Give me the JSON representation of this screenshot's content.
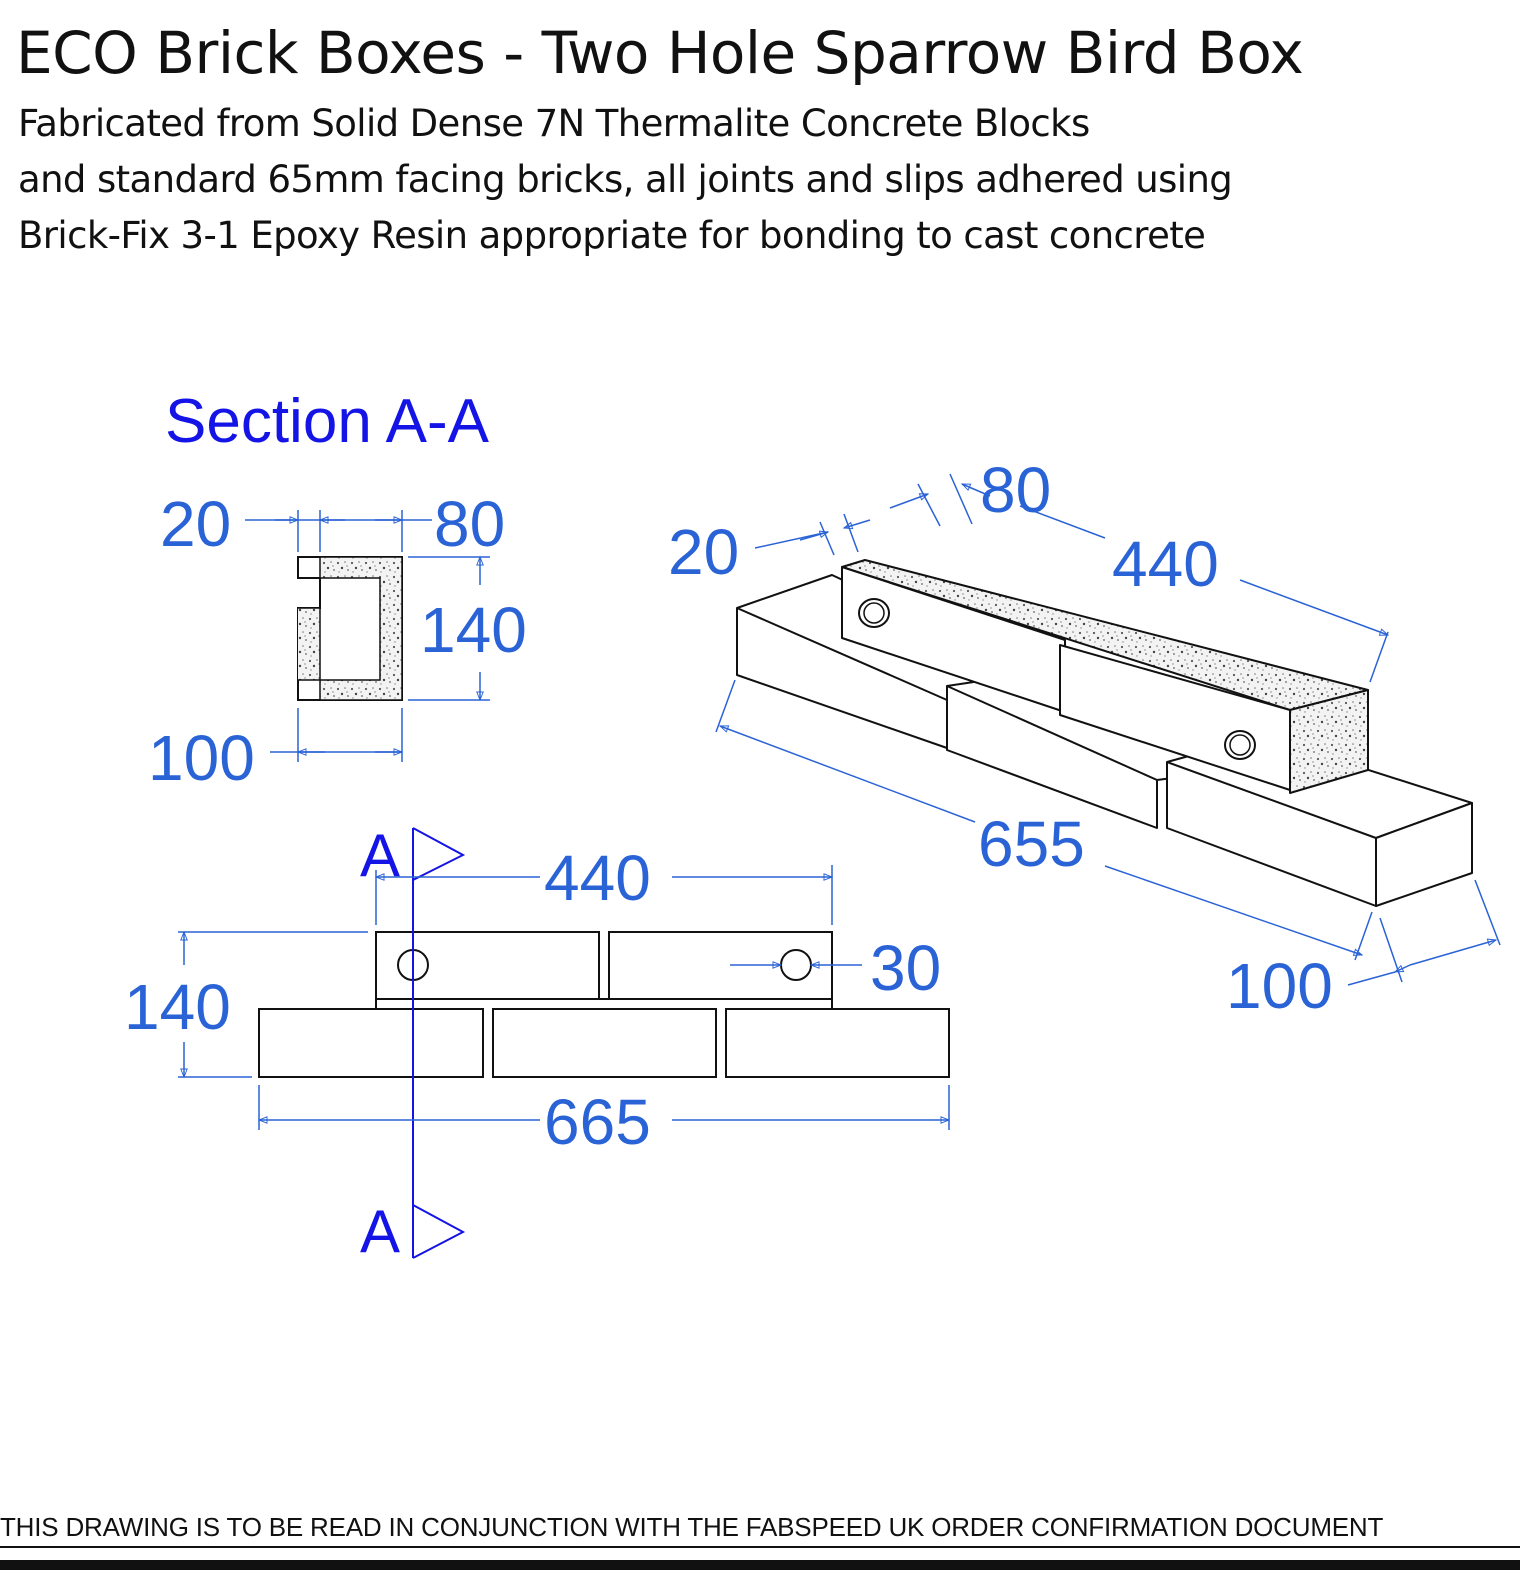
{
  "title": "ECO Brick Boxes - Two Hole Sparrow Bird Box",
  "description_lines": [
    "Fabricated from Solid Dense 7N Thermalite Concrete Blocks",
    "and standard 65mm facing bricks, all joints and slips adhered using",
    "Brick-Fix 3-1 Epoxy Resin appropriate for bonding to cast concrete"
  ],
  "section": {
    "label": "Section A-A",
    "dims": {
      "wall": "20",
      "cavity": "80",
      "height": "140",
      "width": "100"
    }
  },
  "elevation": {
    "marker_top": "A",
    "marker_bottom": "A",
    "dims": {
      "box_length": "440",
      "height": "140",
      "hole_offset": "30",
      "total_length": "665"
    }
  },
  "isometric": {
    "dims": {
      "wall": "20",
      "cavity": "80",
      "box_length": "440",
      "total_length": "655",
      "depth": "100"
    }
  },
  "footer": "THIS DRAWING IS TO BE READ IN CONJUNCTION WITH THE FABSPEED UK ORDER CONFIRMATION DOCUMENT",
  "colors": {
    "dimension": "#2a63d6",
    "section_marker": "#1414e6",
    "line": "#111111"
  }
}
